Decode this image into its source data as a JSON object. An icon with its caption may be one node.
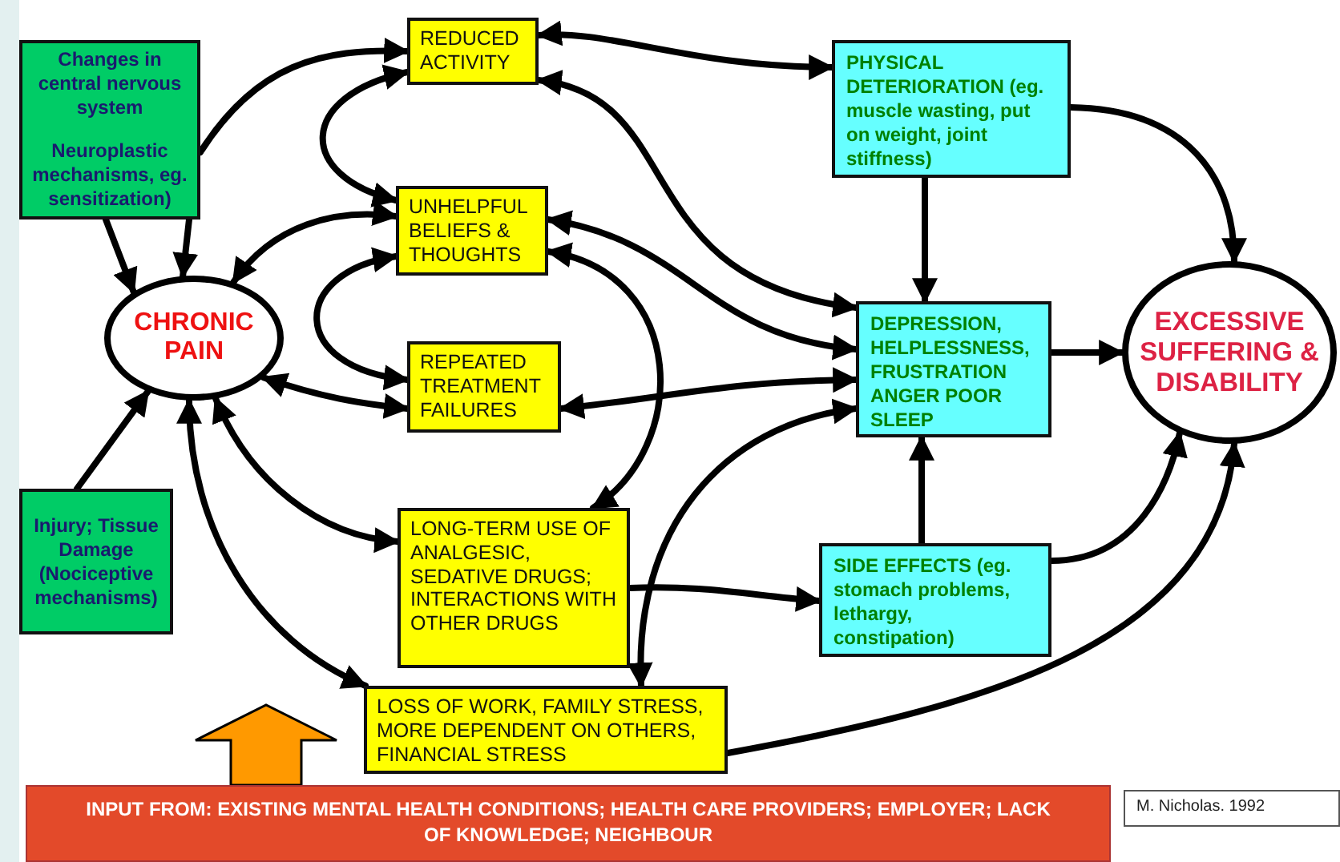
{
  "diagram": {
    "nodes": [
      {
        "text": [
          "Changes in central nervous system",
          "Neuroplastic mechanisms, eg. sensitization)"
        ]
      },
      {
        "text": [
          "Injury; Tissue Damage (Nociceptive mechanisms)"
        ]
      },
      {
        "text": [
          "CHRONIC PAIN"
        ]
      },
      {
        "text": [
          "REDUCED ACTIVITY"
        ]
      },
      {
        "text": [
          "UNHELPFUL BELIEFS & THOUGHTS"
        ]
      },
      {
        "text": [
          "REPEATED TREATMENT FAILURES"
        ]
      },
      {
        "text": [
          "LONG-TERM USE OF ANALGESIC, SEDATIVE DRUGS; INTERACTIONS WITH OTHER DRUGS"
        ]
      },
      {
        "text": [
          "LOSS OF WORK, FAMILY STRESS, MORE DEPENDENT ON OTHERS, FINANCIAL STRESS"
        ]
      },
      {
        "text": [
          "PHYSICAL DETERIORATION (eg. muscle wasting, put on weight, joint stiffness)"
        ]
      },
      {
        "text": [
          "DEPRESSION, HELPLESSNESS, FRUSTRATION ANGER POOR SLEEP"
        ]
      },
      {
        "text": [
          "EXCESSIVE SUFFERING & DISABILITY"
        ]
      },
      {
        "text": [
          "SIDE EFFECTS (eg. stomach problems,  lethargy, constipation)"
        ]
      },
      {
        "text": [
          "INPUT FROM: EXISTING MENTAL HEALTH CONDITIONS; HEALTH CARE PROVIDERS; EMPLOYER; LACK OF KNOWLEDGE; NEIGHBOUR"
        ]
      }
    ],
    "edges": [
      {
        "from": 0,
        "to": 2,
        "arrow": "to"
      },
      {
        "from": 0,
        "to": 2,
        "arrow": "to"
      },
      {
        "from": 0,
        "to": 3,
        "arrow": "to"
      },
      {
        "from": 1,
        "to": 2,
        "arrow": "to"
      },
      {
        "from": 2,
        "to": 4,
        "arrow": "both"
      },
      {
        "from": 2,
        "to": 5,
        "arrow": "both"
      },
      {
        "from": 2,
        "to": 6,
        "arrow": "both"
      },
      {
        "from": 2,
        "to": 7,
        "arrow": "both"
      },
      {
        "from": 3,
        "to": 4,
        "arrow": "both"
      },
      {
        "from": 4,
        "to": 5,
        "arrow": "both"
      },
      {
        "from": 3,
        "to": 8,
        "arrow": "both"
      },
      {
        "from": 3,
        "to": 9,
        "arrow": "both"
      },
      {
        "from": 4,
        "to": 9,
        "arrow": "both"
      },
      {
        "from": 4,
        "to": 6,
        "arrow": "both"
      },
      {
        "from": 5,
        "to": 9,
        "arrow": "both"
      },
      {
        "from": 7,
        "to": 9,
        "arrow": "both"
      },
      {
        "from": 6,
        "to": 11,
        "arrow": "to"
      },
      {
        "from": 8,
        "to": 9,
        "arrow": "to"
      },
      {
        "from": 8,
        "to": 10,
        "arrow": "to"
      },
      {
        "from": 9,
        "to": 10,
        "arrow": "to"
      },
      {
        "from": 11,
        "to": 9,
        "arrow": "to"
      },
      {
        "from": 11,
        "to": 10,
        "arrow": "to"
      },
      {
        "from": 7,
        "to": 10,
        "arrow": "to"
      },
      {
        "from": 12,
        "to": null,
        "arrow": "to",
        "style": "thick",
        "color": "#ff9900"
      }
    ],
    "labels": [
      "M. Nicholas. 1992"
    ]
  }
}
